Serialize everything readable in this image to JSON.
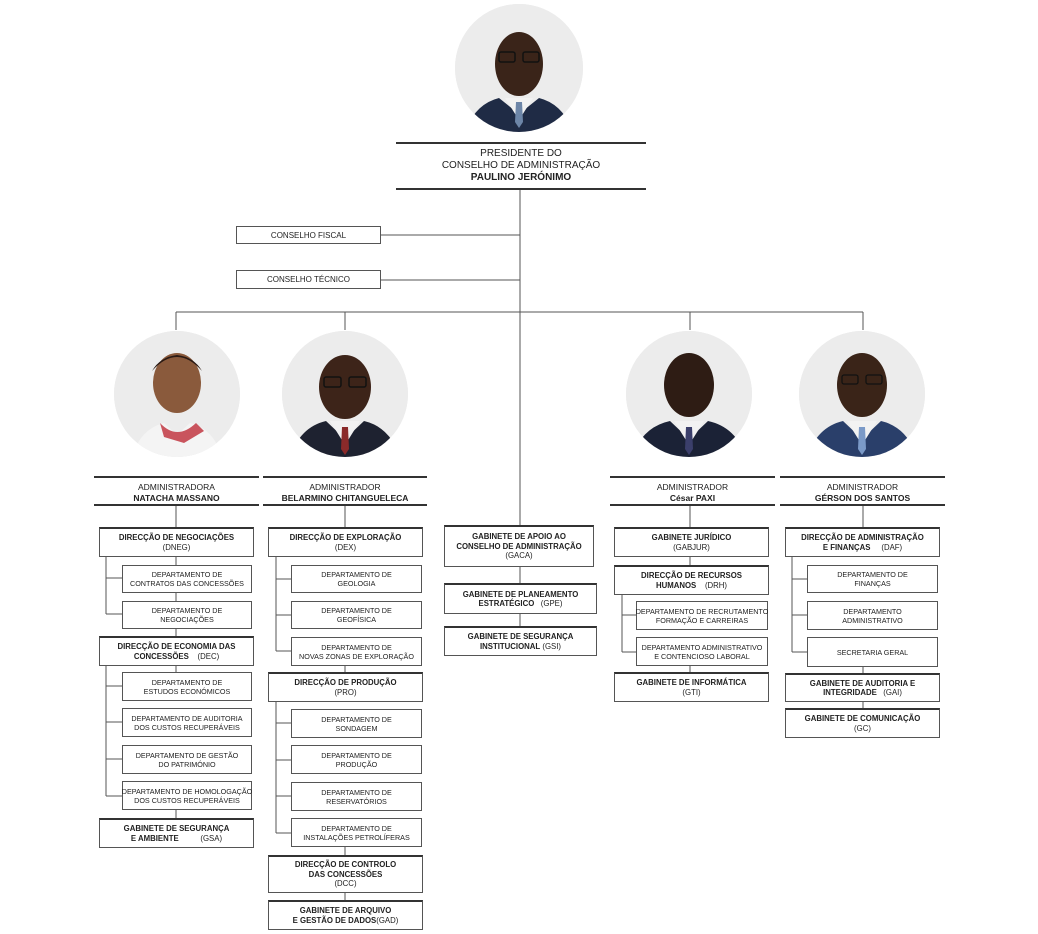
{
  "president": {
    "title_line1": "PRESIDENTE DO",
    "title_line2": "CONSELHO DE ADMINISTRAÇÃO",
    "name": "PAULINO JERÓNIMO"
  },
  "councils": {
    "fiscal": "CONSELHO FISCAL",
    "tecnico": "CONSELHO TÉCNICO"
  },
  "admins": [
    {
      "role": "ADMINISTRADORA",
      "name": "NATACHA MASSANO"
    },
    {
      "role": "ADMINISTRADOR",
      "name": "BELARMINO CHITANGUELECA"
    },
    {
      "role": "ADMINISTRADOR",
      "name": "César PAXI"
    },
    {
      "role": "ADMINISTRADOR",
      "name": "GÉRSON DOS SANTOS"
    }
  ],
  "col1": {
    "dneg": {
      "l1": "DIRECÇÃO DE NEGOCIAÇÕES",
      "abbr": "(DNEG)"
    },
    "dneg_depts": [
      {
        "l1": "DEPARTAMENTO DE",
        "l2": "CONTRATOS DAS CONCESSÕES"
      },
      {
        "l1": "DEPARTAMENTO DE",
        "l2": "NEGOCIAÇÕES"
      }
    ],
    "dec": {
      "l1": "DIRECÇÃO DE ECONOMIA DAS",
      "l2": "CONCESSÕES",
      "abbr": "(DEC)"
    },
    "dec_depts": [
      {
        "l1": "DEPARTAMENTO DE",
        "l2": "ESTUDOS ECONÓMICOS"
      },
      {
        "l1": "DEPARTAMENTO DE AUDITORIA",
        "l2": "DOS CUSTOS RECUPERÁVEIS"
      },
      {
        "l1": "DEPARTAMENTO DE GESTÃO",
        "l2": "DO PATRIMÓNIO"
      },
      {
        "l1": "DEPARTAMENTO DE HOMOLOGAÇÃO",
        "l2": "DOS CUSTOS RECUPERÁVEIS"
      }
    ],
    "gsa": {
      "l1": "GABINETE DE SEGURANÇA",
      "l2": "E AMBIENTE",
      "abbr": "(GSA)"
    }
  },
  "col2": {
    "dex": {
      "l1": "DIRECÇÃO DE EXPLORAÇÃO",
      "abbr": "(DEX)"
    },
    "dex_depts": [
      {
        "l1": "DEPARTAMENTO DE",
        "l2": "GEOLOGIA"
      },
      {
        "l1": "DEPARTAMENTO DE",
        "l2": "GEOFÍSICA"
      },
      {
        "l1": "DEPARTAMENTO DE",
        "l2": "NOVAS ZONAS DE EXPLORAÇÃO"
      }
    ],
    "pro": {
      "l1": "DIRECÇÃO DE PRODUÇÃO",
      "abbr": "(PRO)"
    },
    "pro_depts": [
      {
        "l1": "DEPARTAMENTO DE",
        "l2": "SONDAGEM"
      },
      {
        "l1": "DEPARTAMENTO DE",
        "l2": "PRODUÇÃO"
      },
      {
        "l1": "DEPARTAMENTO DE",
        "l2": "RESERVATÓRIOS"
      },
      {
        "l1": "DEPARTAMENTO DE",
        "l2": "INSTALAÇÕES PETROLÍFERAS"
      }
    ],
    "dcc": {
      "l1": "DIRECÇÃO DE CONTROLO",
      "l2": "DAS CONCESSÕES",
      "abbr": "(DCC)"
    },
    "gad": {
      "l1": "GABINETE DE ARQUIVO",
      "l2": "E GESTÃO DE DADOS",
      "abbr": "(GAD)"
    }
  },
  "center": {
    "gaca": {
      "l1": "GABINETE DE APOIO AO",
      "l2": "CONSELHO DE ADMINISTRAÇÃO",
      "abbr": "(GACA)"
    },
    "gpe": {
      "l1": "GABINETE DE PLANEAMENTO",
      "l2": "ESTRATÉGICO",
      "abbr": "(GPE)"
    },
    "gsi": {
      "l1": "GABINETE DE SEGURANÇA",
      "l2": "INSTITUCIONAL",
      "abbr": "(GSI)"
    }
  },
  "col3": {
    "gabjur": {
      "l1": "GABINETE JURÍDICO",
      "abbr": "(GABJUR)"
    },
    "drh": {
      "l1": "DIRECÇÃO DE RECURSOS",
      "l2": "HUMANOS",
      "abbr": "(DRH)"
    },
    "drh_depts": [
      {
        "l1": "DEPARTAMENTO DE RECRUTAMENTO",
        "l2": "FORMAÇÃO E CARREIRAS"
      },
      {
        "l1": "DEPARTAMENTO ADMINISTRATIVO",
        "l2": "E CONTENCIOSO LABORAL"
      }
    ],
    "gti": {
      "l1": "GABINETE DE INFORMÁTICA",
      "abbr": "(GTI)"
    }
  },
  "col4": {
    "daf": {
      "l1": "DIRECÇÃO DE ADMINISTRAÇÃO",
      "l2": "E FINANÇAS",
      "abbr": "(DAF)"
    },
    "daf_depts": [
      {
        "l1": "DEPARTAMENTO DE",
        "l2": "FINANÇAS"
      },
      {
        "l1": "DEPARTAMENTO",
        "l2": "ADMINISTRATIVO"
      },
      {
        "l1": "SECRETARIA GERAL",
        "l2": ""
      }
    ],
    "gai": {
      "l1": "GABINETE DE AUDITORIA E",
      "l2": "INTEGRIDADE",
      "abbr": "(GAI)"
    },
    "gc": {
      "l1": "GABINETE DE COMUNICAÇÃO",
      "abbr": "(GC)"
    }
  }
}
